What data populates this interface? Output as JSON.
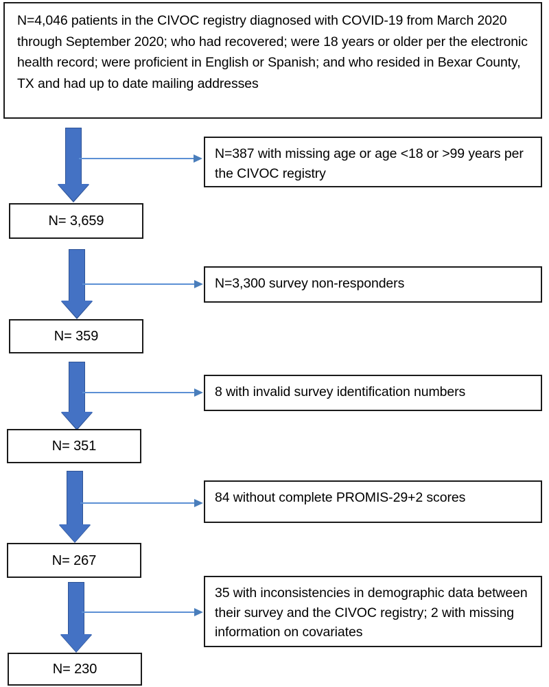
{
  "figure": {
    "type": "participant-flow-diagram",
    "accent_color": "#4472C4",
    "connector_color": "#5B8FD4",
    "box_border_color": "#1a1a1a",
    "background": "#ffffff"
  },
  "header_box": {
    "text": "N=4,046 patients in the CIVOC registry diagnosed with COVID-19 from March 2020 through September 2020; who had recovered; were 18 years or older per the electronic health record; were proficient in English or Spanish; and who resided in Bexar County, TX and had up to date mailing addresses"
  },
  "stages": [
    {
      "label": "N= 3,659"
    },
    {
      "label": "N= 359"
    },
    {
      "label": "N= 351"
    },
    {
      "label": "N= 267"
    },
    {
      "label": "N= 230"
    }
  ],
  "exclusions": [
    {
      "text": "N=387 with missing age or age <18 or >99 years per the CIVOC registry"
    },
    {
      "text": "N=3,300 survey non-responders"
    },
    {
      "text": "8 with invalid survey identification numbers"
    },
    {
      "text": "84 without complete PROMIS-29+2 scores"
    },
    {
      "text": "35 with inconsistencies in demographic data between their survey and the CIVOC registry; 2 with missing information on covariates"
    }
  ]
}
